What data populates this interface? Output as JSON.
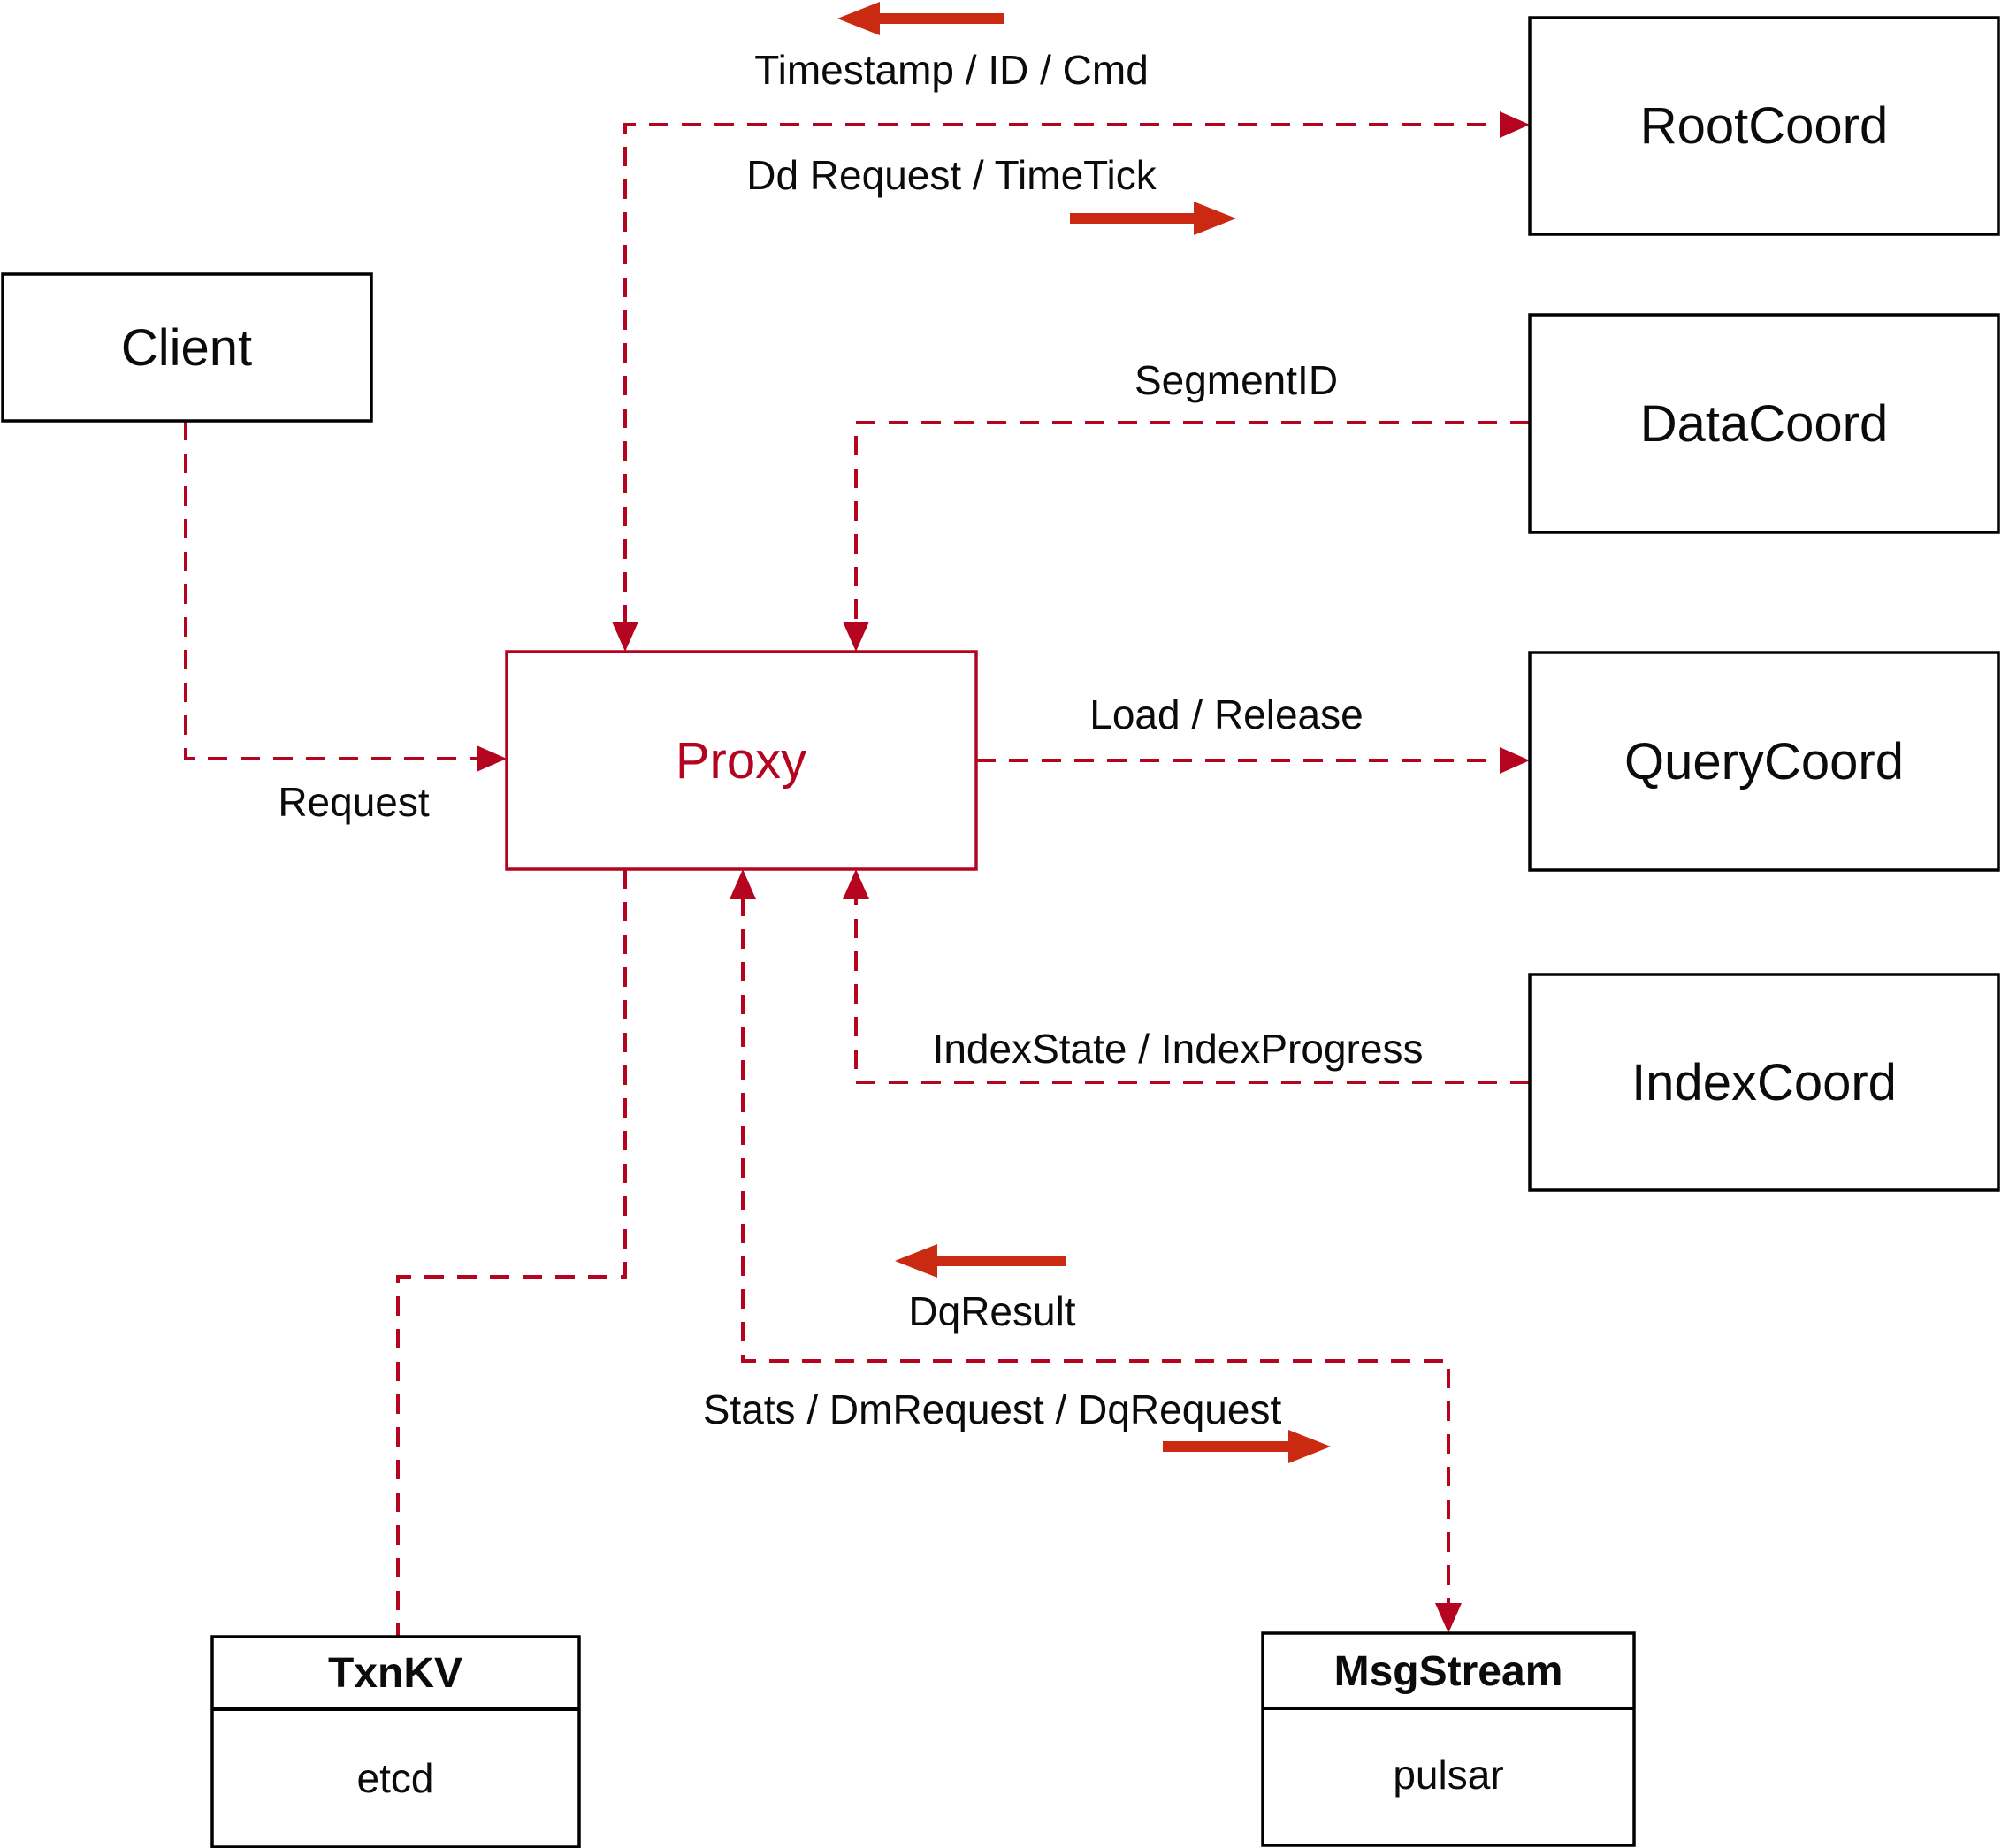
{
  "diagram": {
    "colors": {
      "line-red": "#b4041f",
      "arrow-red": "#cb2a12",
      "box-border": "#000000",
      "text-black": "#0b0b0b",
      "bg": "#ffffff"
    },
    "nodes": {
      "client": {
        "label": "Client"
      },
      "proxy": {
        "label": "Proxy"
      },
      "rootcoord": {
        "label": "RootCoord"
      },
      "datacoord": {
        "label": "DataCoord"
      },
      "querycoord": {
        "label": "QueryCoord"
      },
      "indexcoord": {
        "label": "IndexCoord"
      },
      "txnkv": {
        "title": "TxnKV",
        "impl": "etcd"
      },
      "msgstream": {
        "title": "MsgStream",
        "impl": "pulsar"
      }
    },
    "edge_labels": {
      "timestamp": "Timestamp / ID / Cmd",
      "dd_request": "Dd Request / TimeTick",
      "segment_id": "SegmentID",
      "load_release": "Load / Release",
      "index_state": "IndexState / IndexProgress",
      "dq_result": "DqResult",
      "stats": "Stats / DmRequest / DqRequest",
      "request": "Request"
    }
  }
}
